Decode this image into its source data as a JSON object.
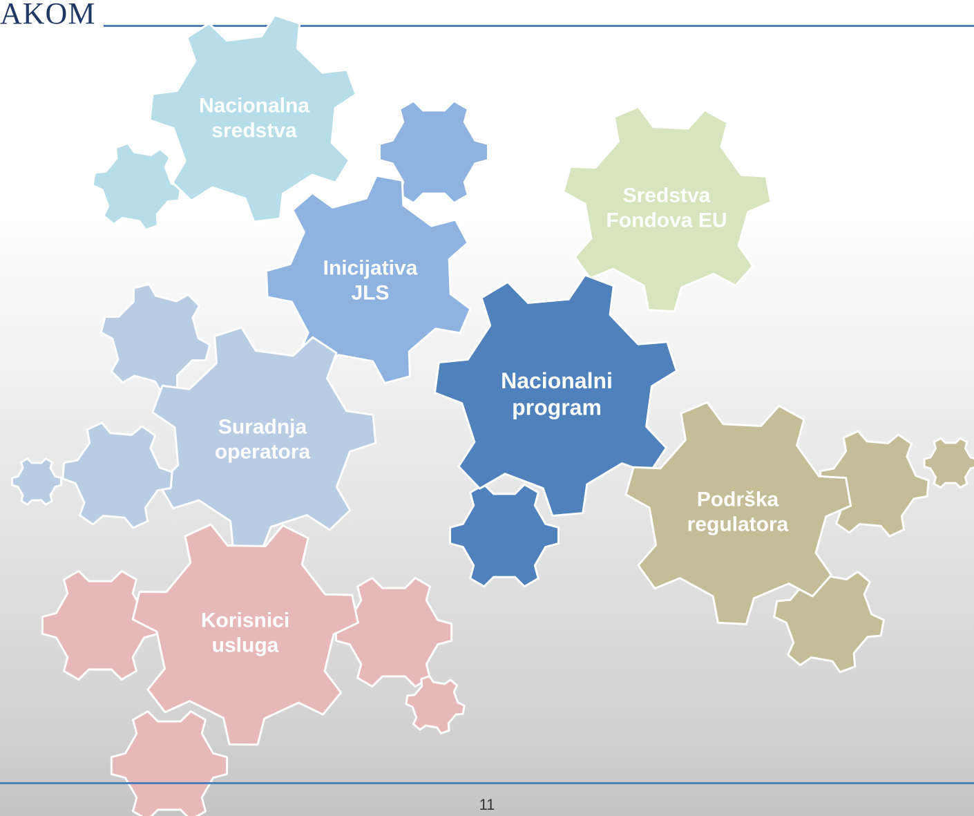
{
  "header": {
    "logo_text": "AKOM"
  },
  "footer": {
    "page_number": "11"
  },
  "colors": {
    "teal": "#b7dde8",
    "midblue": "#8fb3e0",
    "darkblue": "#4f81bd",
    "lightblue": "#b8cce4",
    "green": "#d7e4bd",
    "tan": "#c4bd97",
    "pink": "#e6b9b8"
  },
  "gears": {
    "nacionalna_sredstva": [
      "Nacionalna",
      "sredstva"
    ],
    "inicijativa_jls": [
      "Inicijativa",
      "JLS"
    ],
    "sredstva_fondova_eu": [
      "Sredstva",
      "Fondova EU"
    ],
    "nacionalni_program": [
      "Nacionalni",
      "program"
    ],
    "suradnja_operatora": [
      "Suradnja",
      "operatora"
    ],
    "podrska_regulatora": [
      "Podrška",
      "regulatora"
    ],
    "korisnici_usluga": [
      "Korisnici",
      "usluga"
    ]
  }
}
